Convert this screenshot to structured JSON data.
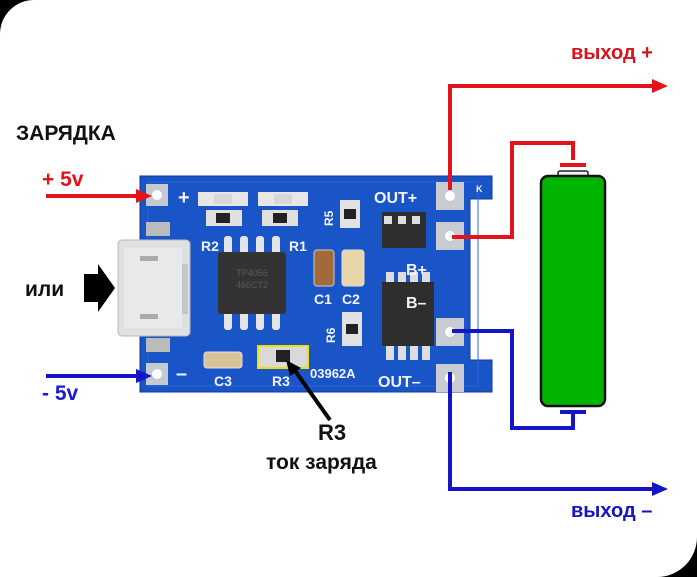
{
  "diagram": {
    "title": "ЗАРЯДКА",
    "inputs": {
      "plus_label": "+ 5v",
      "minus_label": "- 5v",
      "alternative_label": "или"
    },
    "outputs": {
      "plus_label": "выход +",
      "minus_label": "выход –"
    },
    "annotation": {
      "component": "R3",
      "description": "ток заряда"
    },
    "board": {
      "pads": [
        "OUT+",
        "B+",
        "B–",
        "OUT–"
      ],
      "input_signs": [
        "+",
        "–"
      ],
      "components": [
        "R2",
        "R1",
        "R5",
        "C1",
        "C2",
        "R6",
        "C3",
        "R3"
      ],
      "board_code": "03962A",
      "chip_marking": [
        "TP4056",
        "466CT2"
      ],
      "corner_mark": "K"
    },
    "colors": {
      "positive": "#e4131b",
      "negative": "#1515c8",
      "pcb": "#1a55c8",
      "battery": "#00b400",
      "highlight": "#f0e000"
    }
  }
}
